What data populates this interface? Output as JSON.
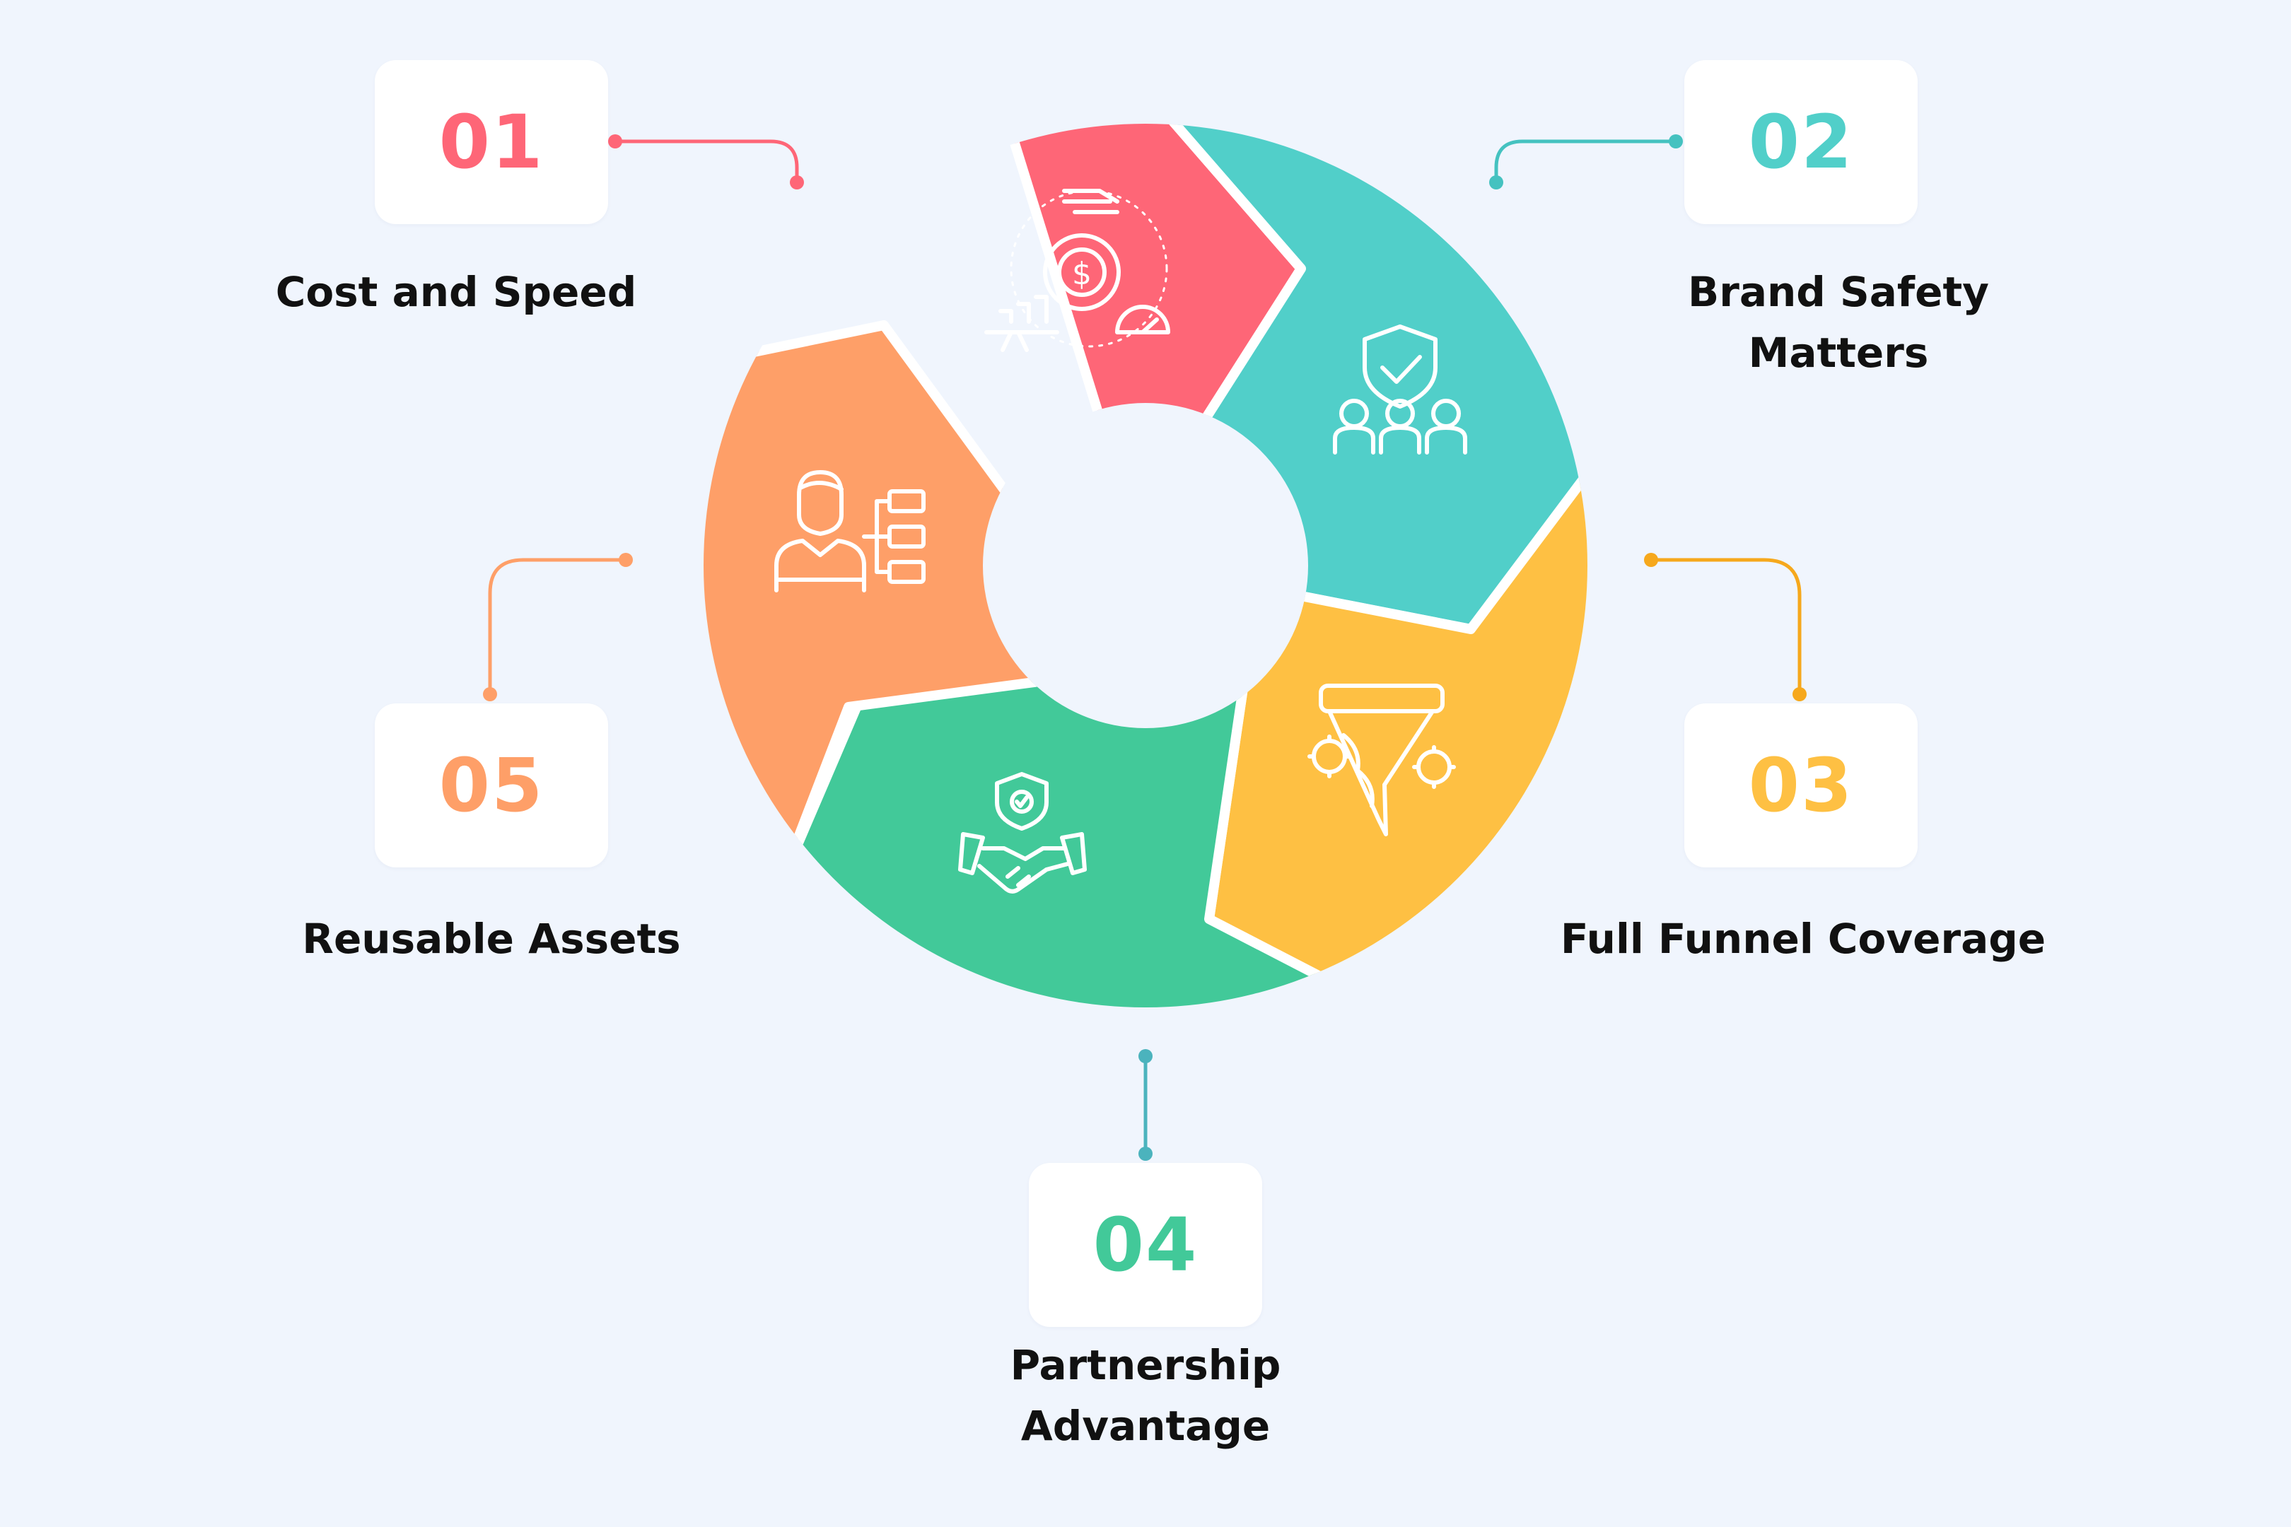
{
  "colors": {
    "background": "#f0f5fd",
    "step_01": "#fe6677",
    "step_02": "#51cfc9",
    "step_03": "#fec043",
    "step_04": "#42c999",
    "step_05": "#fe9f68",
    "connector_02": "#45c2c0",
    "connector_03": "#f6a81c",
    "connector_04": "#4bb3bd"
  },
  "steps": [
    {
      "number": "01",
      "label": "Cost and Speed",
      "icon": "gear-dollar-growth-icon"
    },
    {
      "number": "02",
      "label_lines": [
        "Brand Safety",
        "Matters"
      ],
      "icon": "shield-team-icon"
    },
    {
      "number": "03",
      "label": "Full Funnel Coverage",
      "icon": "funnel-gears-icon"
    },
    {
      "number": "04",
      "label_lines": [
        "Partnership",
        "Advantage"
      ],
      "icon": "handshake-shield-icon"
    },
    {
      "number": "05",
      "label": "Reusable Assets",
      "icon": "person-hierarchy-icon"
    }
  ]
}
